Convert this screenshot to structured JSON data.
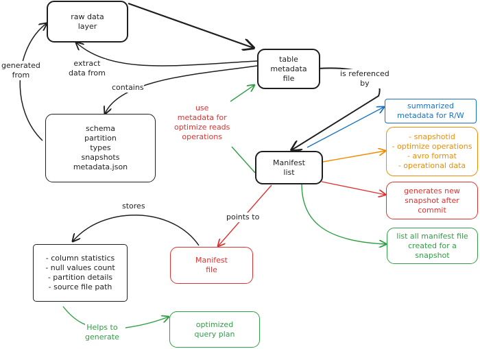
{
  "colors": {
    "black": "#1e1e1e",
    "blue": "#1971c2",
    "orange": "#f08c00",
    "red": "#e03131",
    "green": "#2f9e44"
  },
  "nodes": {
    "raw_data_layer": [
      "raw data",
      "layer"
    ],
    "table_metadata_file": [
      "table",
      "metadata",
      "file"
    ],
    "schema_box": [
      "schema",
      "partition",
      "types",
      "snapshots",
      "metadata.json"
    ],
    "manifest_list": [
      "Manifest",
      "list"
    ],
    "summarized": [
      "summarized",
      "metadata for R/W"
    ],
    "manifest_list_details": [
      "- snapshotid",
      "- optimize operations",
      "- avro format",
      "- operational data"
    ],
    "generates_snapshot": [
      "generates new",
      "snapshot after",
      "commit"
    ],
    "list_manifest_files": [
      "list all manifest file",
      "created for a",
      "snapshot"
    ],
    "manifest_file": [
      "Manifest",
      "file"
    ],
    "column_stats": [
      "- column statistics",
      "- null values count",
      "- partition details",
      "- source file path"
    ],
    "optimized_query_plan": [
      "optimized",
      "query plan"
    ]
  },
  "edge_labels": {
    "generated_from": [
      "generated",
      "from"
    ],
    "extract_data_from": [
      "extract",
      "data from"
    ],
    "contains": [
      "contains"
    ],
    "is_referenced_by": [
      "is referenced",
      "by"
    ],
    "use_metadata": [
      "use",
      "metadata for",
      "optimize reads",
      "operations"
    ],
    "stores": [
      "stores"
    ],
    "points_to": [
      "points to"
    ],
    "helps_to_generate": [
      "Helps to",
      "generate"
    ]
  }
}
